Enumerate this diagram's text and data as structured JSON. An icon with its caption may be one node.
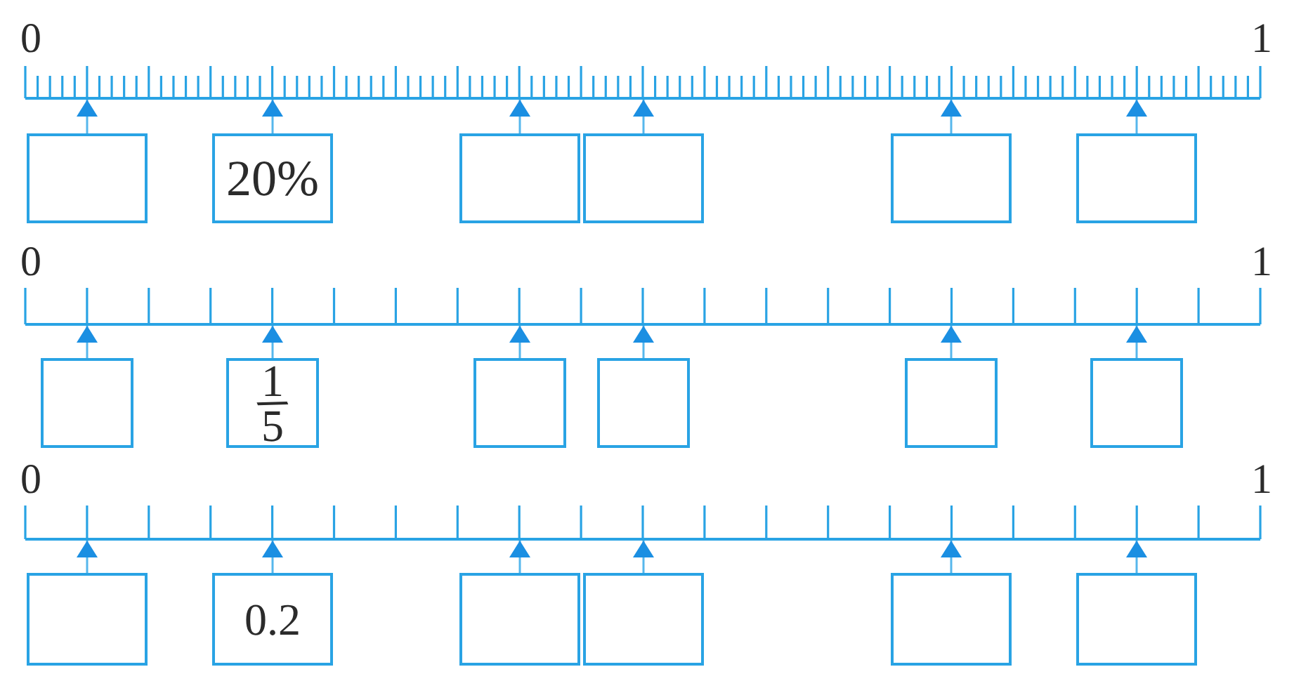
{
  "diagram": {
    "nodes": [
      {
        "text": [],
        "shape": "line",
        "beside": [
          "0",
          "1"
        ]
      },
      {
        "text": [],
        "shape": "box"
      },
      {
        "text": [
          "20%"
        ]
      },
      {
        "text": [],
        "shape": "box"
      },
      {
        "text": [],
        "shape": "box"
      },
      {
        "text": [],
        "shape": "box"
      },
      {
        "text": [],
        "shape": "box"
      },
      {
        "text": [],
        "shape": "line",
        "beside": [
          "0",
          "1"
        ]
      },
      {
        "text": [],
        "shape": "box"
      },
      {
        "text": [
          "1/5"
        ]
      },
      {
        "text": [],
        "shape": "box"
      },
      {
        "text": [],
        "shape": "box"
      },
      {
        "text": [],
        "shape": "box"
      },
      {
        "text": [],
        "shape": "box"
      },
      {
        "text": [],
        "shape": "line",
        "beside": [
          "0",
          "1"
        ]
      },
      {
        "text": [],
        "shape": "box"
      },
      {
        "text": [
          "0.2"
        ]
      },
      {
        "text": [],
        "shape": "box"
      },
      {
        "text": [],
        "shape": "box"
      },
      {
        "text": [],
        "shape": "box"
      },
      {
        "text": [],
        "shape": "box"
      }
    ],
    "edges": [
      {
        "from": 1,
        "to": 0,
        "arrow": "to"
      },
      {
        "from": 2,
        "to": 0,
        "arrow": "to"
      },
      {
        "from": 3,
        "to": 0,
        "arrow": "to"
      },
      {
        "from": 4,
        "to": 0,
        "arrow": "to"
      },
      {
        "from": 5,
        "to": 0,
        "arrow": "to"
      },
      {
        "from": 6,
        "to": 0,
        "arrow": "to"
      },
      {
        "from": 8,
        "to": 7,
        "arrow": "to"
      },
      {
        "from": 9,
        "to": 7,
        "arrow": "to"
      },
      {
        "from": 10,
        "to": 7,
        "arrow": "to"
      },
      {
        "from": 11,
        "to": 7,
        "arrow": "to"
      },
      {
        "from": 12,
        "to": 7,
        "arrow": "to"
      },
      {
        "from": 13,
        "to": 7,
        "arrow": "to"
      },
      {
        "from": 15,
        "to": 14,
        "arrow": "to"
      },
      {
        "from": 16,
        "to": 14,
        "arrow": "to"
      },
      {
        "from": 17,
        "to": 14,
        "arrow": "to"
      },
      {
        "from": 18,
        "to": 14,
        "arrow": "to"
      },
      {
        "from": 19,
        "to": 14,
        "arrow": "to"
      },
      {
        "from": 20,
        "to": 14,
        "arrow": "to"
      }
    ]
  }
}
